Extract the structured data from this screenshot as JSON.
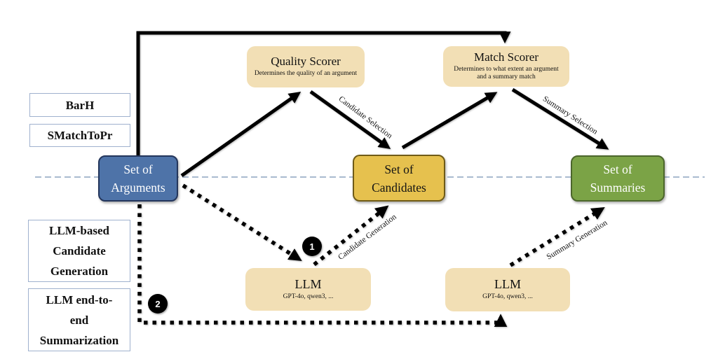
{
  "diagram": {
    "scorers": {
      "quality": {
        "title": "Quality Scorer",
        "subtitle": "Determines the quality of an argument"
      },
      "match": {
        "title": "Match Scorer",
        "subtitle": "Determines to what extent an argument and a summary match"
      }
    },
    "stages": {
      "arguments": {
        "lines": [
          "Set of",
          "Arguments"
        ]
      },
      "candidates": {
        "lines": [
          "Set of",
          "Candidates"
        ]
      },
      "summaries": {
        "lines": [
          "Set of",
          "Summaries"
        ]
      }
    },
    "llm": {
      "left": {
        "title": "LLM",
        "subtitle": "GPT-4o, qwen3, ..."
      },
      "right": {
        "title": "LLM",
        "subtitle": "GPT-4o, qwen3, ..."
      }
    },
    "legend": {
      "barh": {
        "lines": [
          "BarH"
        ]
      },
      "smatchtopr": {
        "lines": [
          "SMatchToPr"
        ]
      },
      "llm_candidate_generation": {
        "lines": [
          "LLM-based",
          "Candidate",
          "Generation"
        ]
      },
      "llm_end_to_end": {
        "lines": [
          "LLM end-to-",
          "end",
          "Summarization"
        ]
      }
    },
    "edge_labels": {
      "candidate_selection": "Candidate Selection",
      "summary_selection": "Summary Selection",
      "candidate_generation": "Candidate Generation",
      "summary_generation": "Summary Generation"
    },
    "badges": {
      "one": "1",
      "two": "2"
    }
  },
  "colors": {
    "arguments_fill": "#4E73A8",
    "arguments_border": "#24365C",
    "candidates_fill": "#E6C14E",
    "candidates_border": "#6F5B17",
    "summaries_fill": "#7BA346",
    "summaries_border": "#4C662C",
    "process_fill": "#F2DFB5",
    "legend_border": "#9FB1CE",
    "divider": "#A9BACF",
    "arrow": "#000000"
  }
}
